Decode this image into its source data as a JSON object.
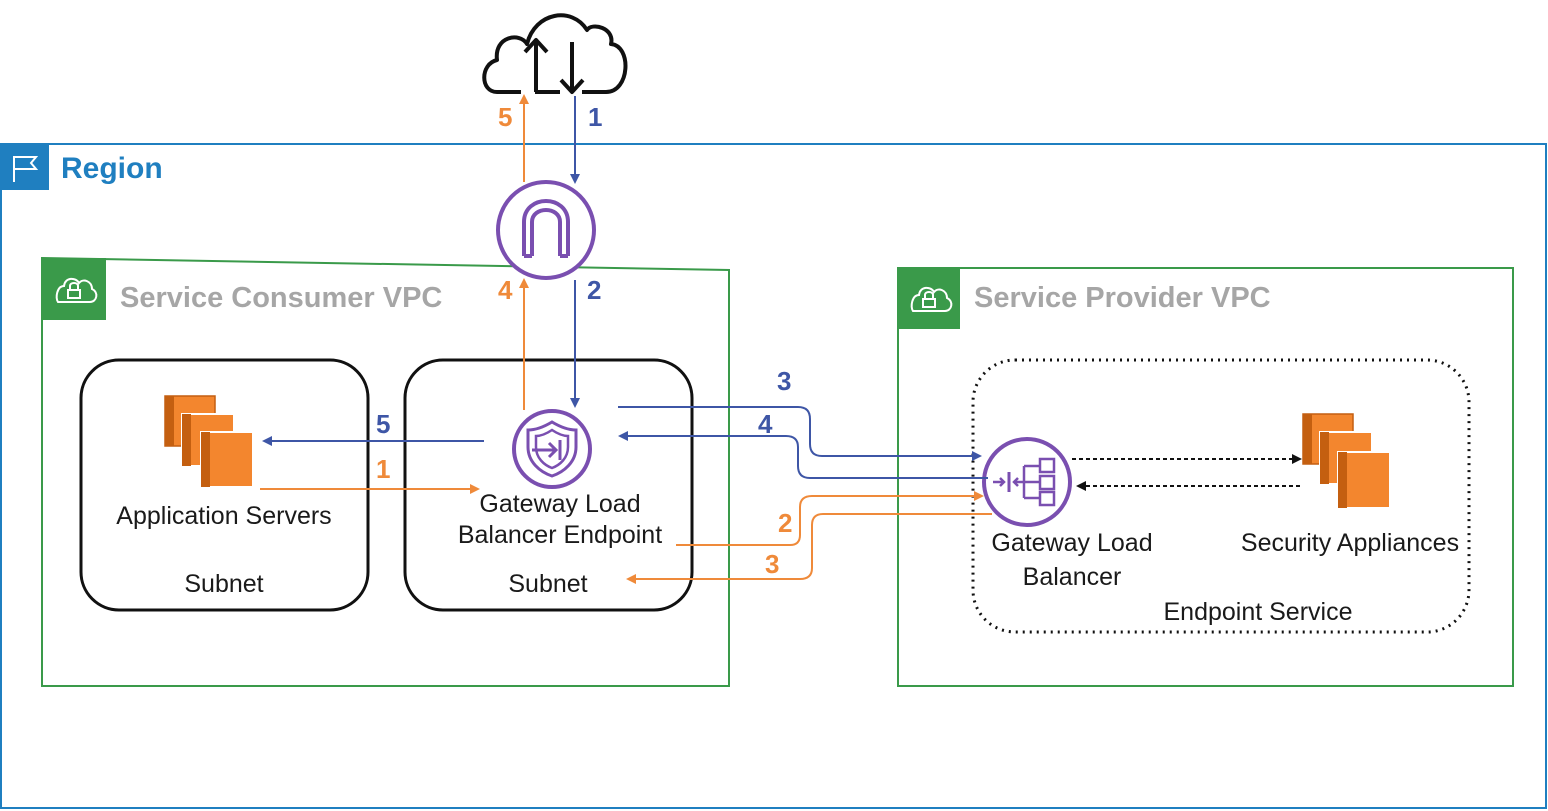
{
  "colors": {
    "region": "#1f7fc0",
    "vpc": "#3a9a4a",
    "vpc_title": "#a6a6a6",
    "blue_flow": "#3e56a6",
    "orange_flow": "#ef8a3a",
    "purple_icon": "#7a4fb0",
    "ec2_orange": "#f3862e"
  },
  "region": {
    "label": "Region",
    "icon": "flag-icon"
  },
  "consumer_vpc": {
    "label": "Service Consumer VPC",
    "icon": "cloud-lock-icon"
  },
  "provider_vpc": {
    "label": "Service Provider VPC",
    "icon": "cloud-lock-icon"
  },
  "internet": {
    "icon": "cloud-upload-download-icon"
  },
  "internet_gateway": {
    "icon": "internet-gateway-icon"
  },
  "app_subnet": {
    "servers_label": "Application Servers",
    "subnet_label": "Subnet",
    "icon": "ec2-instances-icon"
  },
  "gwlb_endpoint_subnet": {
    "endpoint_label_line1": "Gateway Load",
    "endpoint_label_line2": "Balancer Endpoint",
    "subnet_label": "Subnet",
    "icon": "gwlb-endpoint-icon"
  },
  "endpoint_service": {
    "label": "Endpoint Service",
    "gwlb_label_line1": "Gateway Load",
    "gwlb_label_line2": "Balancer",
    "appliances_label": "Security Appliances",
    "gwlb_icon": "gateway-load-balancer-icon",
    "appliances_icon": "ec2-instances-icon"
  },
  "steps": {
    "inbound": {
      "s1": "1",
      "s2": "2",
      "s3": "3",
      "s4": "4",
      "s5": "5"
    },
    "outbound": {
      "s1": "1",
      "s2": "2",
      "s3": "3",
      "s4": "4",
      "s5": "5"
    }
  }
}
